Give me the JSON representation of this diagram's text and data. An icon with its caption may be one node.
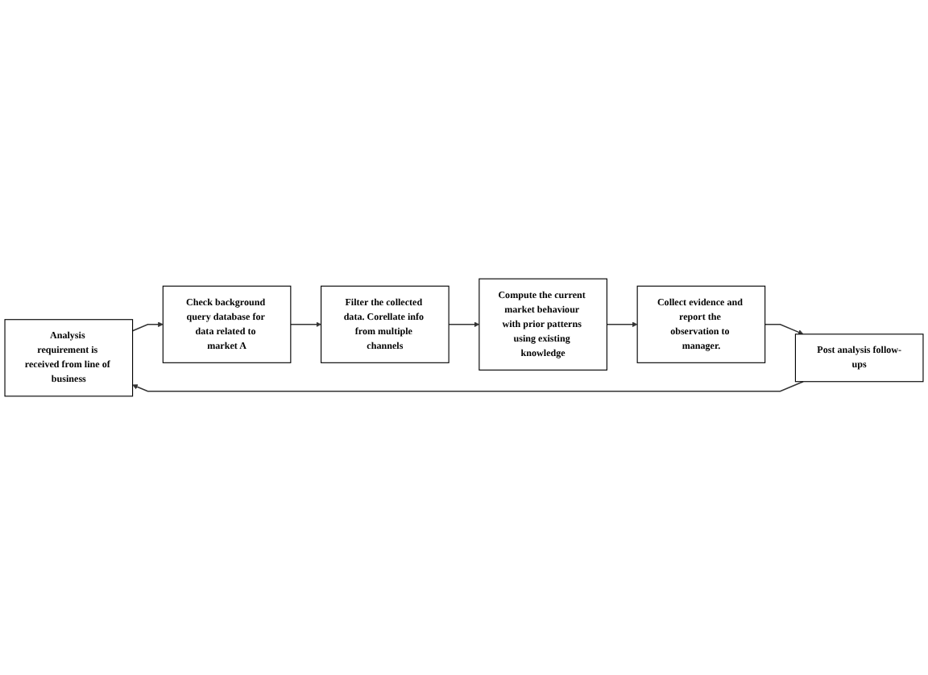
{
  "diagram": {
    "nodes": [
      {
        "text": [
          "Analysis requirement is received from line of business"
        ]
      },
      {
        "text": [
          "Check background query database for data related to market A"
        ]
      },
      {
        "text": [
          "Filter the collected data. Corellate info from multiple channels"
        ]
      },
      {
        "text": [
          "Compute the current market behaviour with prior patterns using existing knowledge"
        ]
      },
      {
        "text": [
          "Collect evidence and report the observation to manager."
        ]
      },
      {
        "text": [
          "Post analysis follow-ups"
        ]
      }
    ],
    "edges": [
      {
        "from": 0,
        "to": 1,
        "arrow": "to"
      },
      {
        "from": 1,
        "to": 2,
        "arrow": "to"
      },
      {
        "from": 2,
        "to": 3,
        "arrow": "to"
      },
      {
        "from": 3,
        "to": 4,
        "arrow": "to"
      },
      {
        "from": 4,
        "to": 5,
        "arrow": "to"
      },
      {
        "from": 5,
        "to": 0,
        "arrow": "to"
      }
    ]
  }
}
